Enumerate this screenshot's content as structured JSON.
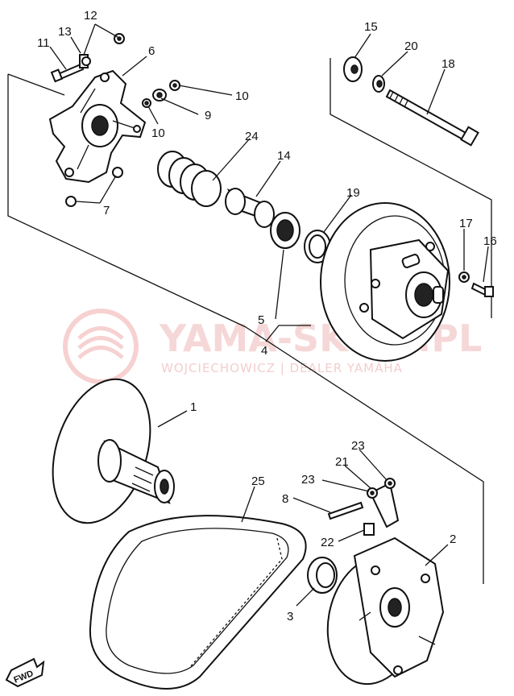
{
  "callouts": {
    "n1": "1",
    "n2": "2",
    "n3": "3",
    "n4": "4",
    "n5": "5",
    "n6": "6",
    "n7": "7",
    "n8": "8",
    "n9": "9",
    "n10a": "10",
    "n10b": "10",
    "n11": "11",
    "n12": "12",
    "n13": "13",
    "n14": "14",
    "n15": "15",
    "n16": "16",
    "n17": "17",
    "n18": "18",
    "n19": "19",
    "n20": "20",
    "n21": "21",
    "n22": "22",
    "n23a": "23",
    "n23b": "23",
    "n24": "24",
    "n25": "25"
  },
  "watermark": {
    "title": "YAMA-SKLEP.PL",
    "subtitle": "WOJCIECHOWICZ | DEALER YAMAHA"
  },
  "fwd_label": "FWD"
}
